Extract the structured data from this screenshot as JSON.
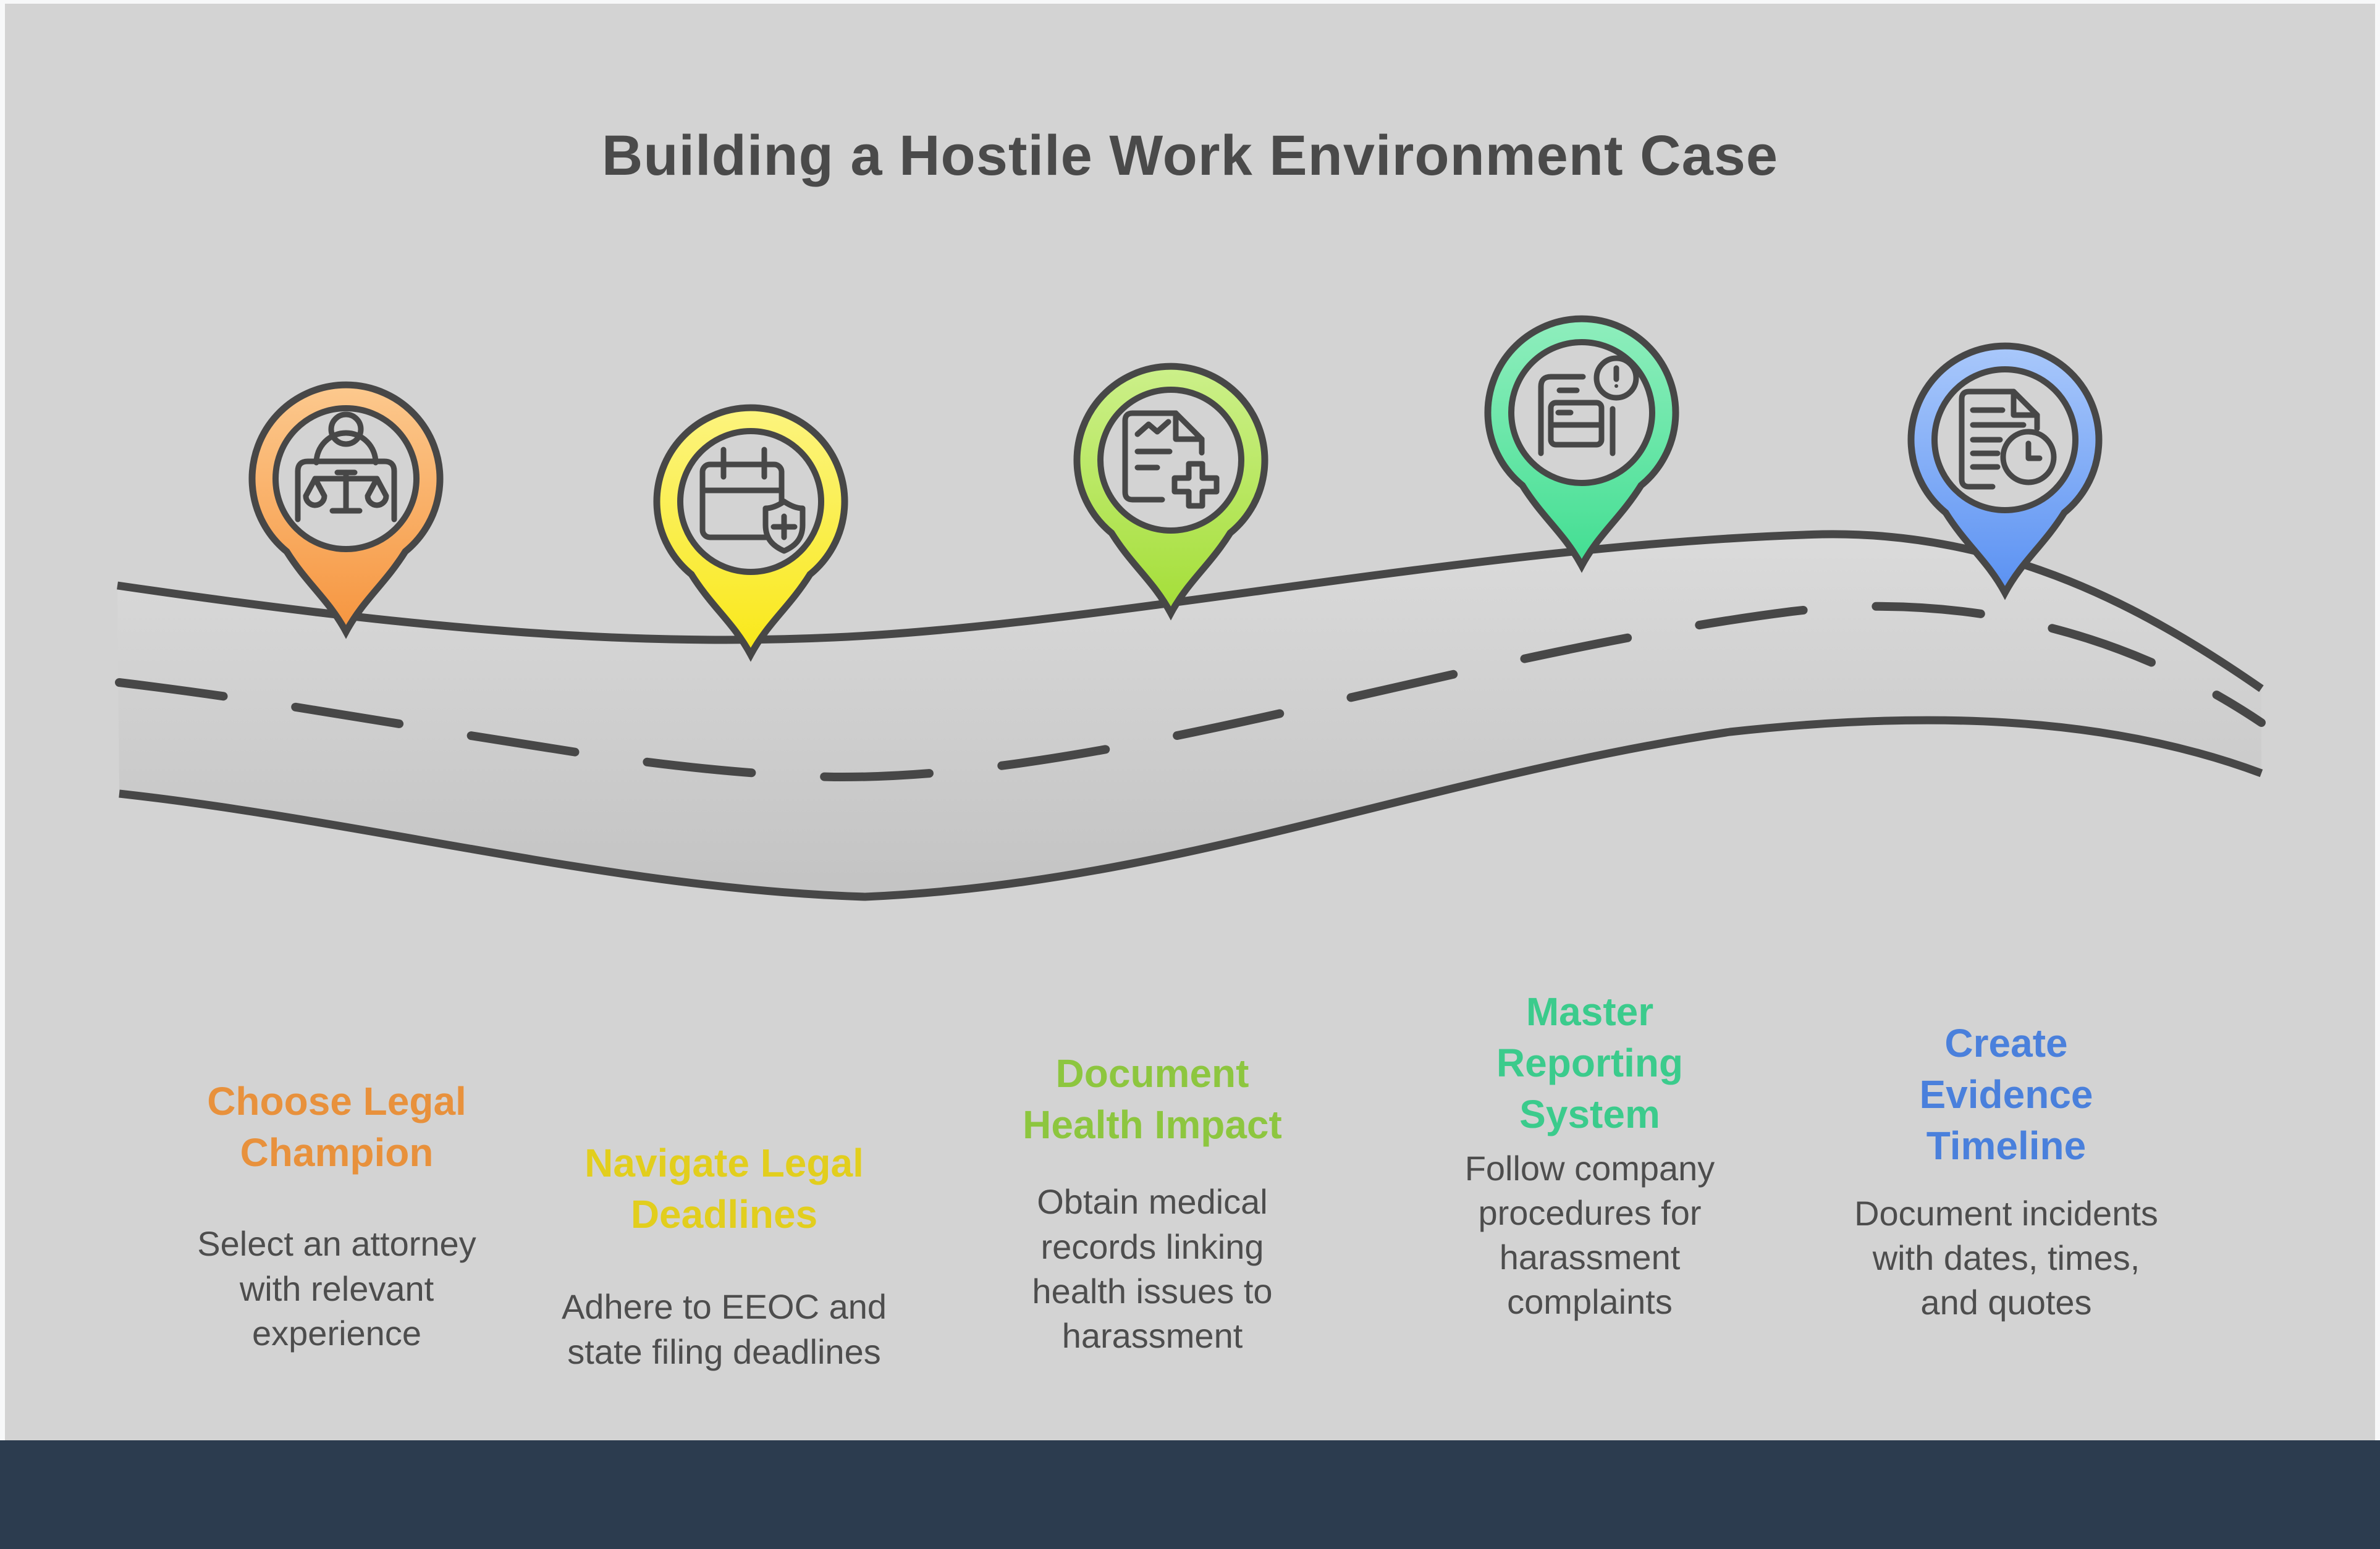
{
  "page": {
    "title": "Building a Hostile Work Environment Case",
    "title_color": "#4a4a4a",
    "background_color": "#f7f8f9",
    "panel_color": "#d3d3d3",
    "footer_color": "#2c3c4f",
    "body_text_color": "#4d4d4d",
    "outline_color": "#474747"
  },
  "road": {
    "edge_color": "#474747",
    "dash_color": "#474747",
    "fill_top": "#dbdbdb",
    "fill_bottom": "#c3c3c3"
  },
  "steps": [
    {
      "title": "Choose Legal Champion",
      "description": "Select an attorney with relevant experience",
      "accent_color": "#e8913c",
      "pin_gradient": [
        "#fcc98e",
        "#f6953f"
      ],
      "icon": "lawyer-scales-icon"
    },
    {
      "title": "Navigate Legal Deadlines",
      "description": "Adhere to EEOC and state filing deadlines",
      "accent_color": "#e2ce1d",
      "pin_gradient": [
        "#fcf47f",
        "#f9e818"
      ],
      "icon": "calendar-shield-icon"
    },
    {
      "title": "Document Health Impact",
      "description": "Obtain medical records linking health issues to harassment",
      "accent_color": "#8dc63f",
      "pin_gradient": [
        "#ccf08a",
        "#a4de37"
      ],
      "icon": "medical-report-icon"
    },
    {
      "title": "Master Reporting System",
      "description": "Follow company procedures for harassment complaints",
      "accent_color": "#3bcb8c",
      "pin_gradient": [
        "#8feebd",
        "#42de92"
      ],
      "icon": "report-alert-icon"
    },
    {
      "title": "Create Evidence Timeline",
      "description": "Document incidents with dates, times, and quotes",
      "accent_color": "#4a80dc",
      "pin_gradient": [
        "#a9c8fb",
        "#5a91f2"
      ],
      "icon": "document-clock-icon"
    }
  ]
}
